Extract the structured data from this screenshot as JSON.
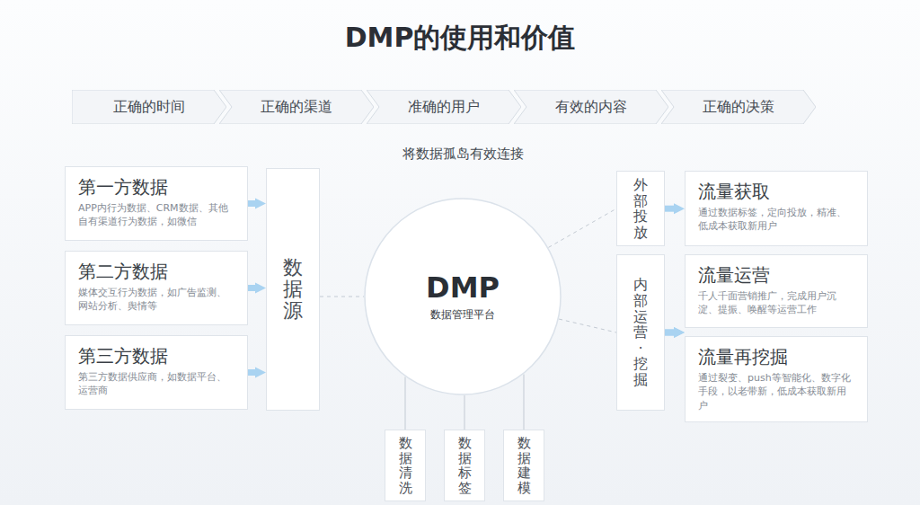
{
  "diagram": {
    "title": "DMP的使用和价值",
    "nodes": [
      {
        "text": [
          "正确的时间"
        ]
      },
      {
        "text": [
          "正确的渠道"
        ]
      },
      {
        "text": [
          "准确的用户"
        ]
      },
      {
        "text": [
          "有效的内容"
        ]
      },
      {
        "text": [
          "正确的决策"
        ]
      },
      {
        "text": [
          "第一方数据",
          "APP内行为数据、CRM数据、其他自有渠道行为数据，如微信"
        ]
      },
      {
        "text": [
          "第二方数据",
          "媒体交互行为数据，如广告监测、网站分析、舆情等"
        ]
      },
      {
        "text": [
          "第三方数据",
          "第三方数据供应商，如数据平台、运营商"
        ]
      },
      {
        "text": [
          "数据源"
        ]
      },
      {
        "text": [
          "DMP",
          "数据管理平台"
        ]
      },
      {
        "text": [
          "外部投放"
        ]
      },
      {
        "text": [
          "流量获取",
          "通过数据标签，定向投放，精准、低成本获取新用户"
        ]
      },
      {
        "text": [
          "内部运营·挖掘"
        ]
      },
      {
        "text": [
          "流量运营",
          "千人千面营销推广，完成用户沉淀、提振、唤醒等运营工作"
        ]
      },
      {
        "text": [
          "流量再挖掘",
          "通过裂变、push等智能化、数字化手段，以老带新，低成本获取新用户"
        ]
      },
      {
        "text": [
          "数据清洗"
        ]
      },
      {
        "text": [
          "数据标签"
        ]
      },
      {
        "text": [
          "数据建模"
        ]
      }
    ],
    "edges": [
      {
        "from": 5,
        "to": 8,
        "arrow": "to"
      },
      {
        "from": 6,
        "to": 8,
        "arrow": "to"
      },
      {
        "from": 7,
        "to": 8,
        "arrow": "to"
      },
      {
        "from": 8,
        "to": 9,
        "arrow": "none"
      },
      {
        "from": 9,
        "to": 10,
        "arrow": "none"
      },
      {
        "from": 9,
        "to": 12,
        "arrow": "none"
      },
      {
        "from": 10,
        "to": 11,
        "arrow": "to"
      },
      {
        "from": 12,
        "to": 13,
        "arrow": "to"
      },
      {
        "from": 12,
        "to": 14,
        "arrow": "to"
      },
      {
        "from": 9,
        "to": 15,
        "arrow": "none"
      },
      {
        "from": 9,
        "to": 16,
        "arrow": "none"
      },
      {
        "from": 9,
        "to": 17,
        "arrow": "none"
      }
    ],
    "labels": [
      "将数据孤岛有效连接"
    ]
  }
}
